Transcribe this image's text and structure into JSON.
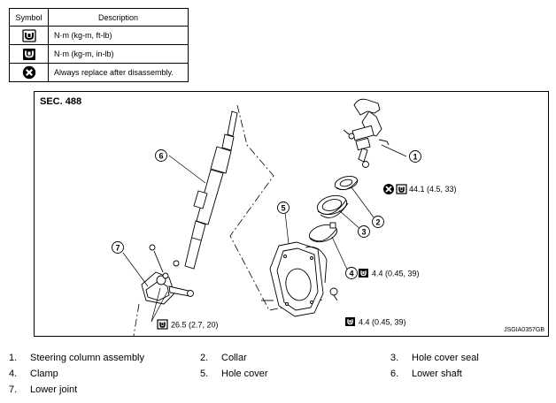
{
  "legend": {
    "header_symbol": "Symbol",
    "header_description": "Description",
    "rows": [
      {
        "icon": "torque-wrench-icon",
        "description": "N·m (kg-m, ft-lb)"
      },
      {
        "icon": "torque-wrench-inlb-icon",
        "description": "N·m (kg-m, in-lb)"
      },
      {
        "icon": "always-replace-icon",
        "description": "Always replace after disassembly."
      }
    ]
  },
  "diagram": {
    "section": "SEC. 488",
    "code": "JSGIA0357GB",
    "callouts": [
      "1",
      "2",
      "3",
      "4",
      "5",
      "6",
      "7"
    ],
    "specs": {
      "collar_nut": "44.1 (4.5, 33)",
      "clamp_bolt": "4.4 (0.45, 39)",
      "hole_cover_nut": "4.4 (0.45, 39)",
      "lower_joint_bolt": "26.5 (2.7, 20)"
    }
  },
  "parts": [
    {
      "num": "1.",
      "name": "Steering column assembly"
    },
    {
      "num": "2.",
      "name": "Collar"
    },
    {
      "num": "3.",
      "name": "Hole cover seal"
    },
    {
      "num": "4.",
      "name": "Clamp"
    },
    {
      "num": "5.",
      "name": "Hole cover"
    },
    {
      "num": "6.",
      "name": "Lower shaft"
    },
    {
      "num": "7.",
      "name": "Lower joint"
    }
  ]
}
